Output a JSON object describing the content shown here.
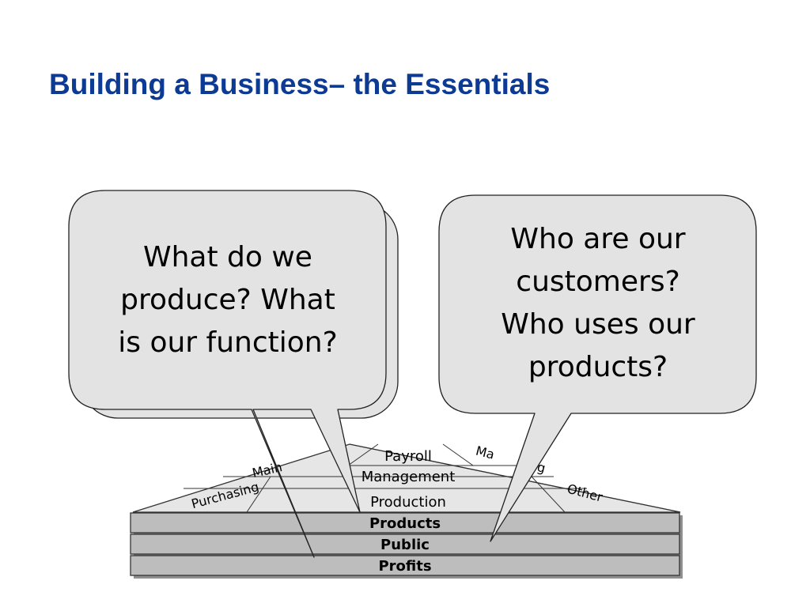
{
  "title": "Building a Business– the Essentials",
  "layers": {
    "products": "Products",
    "public": "Public",
    "profits": "Profits"
  },
  "roof_labels": {
    "payroll": "Payroll",
    "management": "Management",
    "production": "Production",
    "purchasing": "Purchasing",
    "maintenance_partial": "Main",
    "marketing_partial_left": "Ma",
    "marketing_partial_right": "g",
    "other": "Other"
  },
  "bubbles": {
    "left": {
      "lines": [
        "What do we",
        "produce?  What",
        "is our function?"
      ]
    },
    "right": {
      "lines": [
        "Who are our",
        "customers?",
        "Who uses our",
        "products?"
      ]
    }
  },
  "colors": {
    "title": "#0d3a93",
    "bubble_fill": "#e3e3e3",
    "roof_fill": "#e6e6e6",
    "layer_fill": "#bdbdbd"
  }
}
